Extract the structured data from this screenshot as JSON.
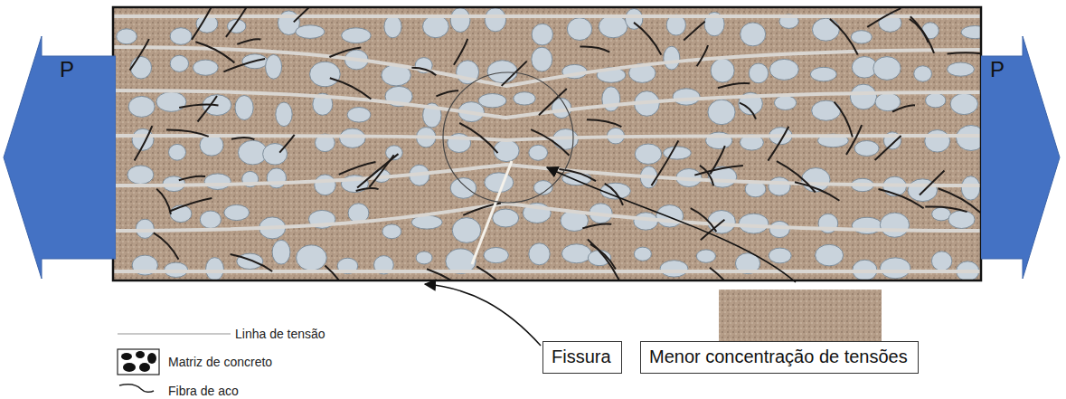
{
  "diagram": {
    "nodes": [
      {
        "text": [
          "P"
        ]
      },
      {
        "text": [
          "P"
        ]
      },
      {
        "text": [
          "Fissura"
        ]
      },
      {
        "text": [
          "Menor concentração de tensões"
        ]
      }
    ],
    "legend": [
      {
        "text": "Linha de tensão"
      },
      {
        "text": "Matriz de concreto"
      },
      {
        "text": "Fibra de aco"
      }
    ]
  }
}
